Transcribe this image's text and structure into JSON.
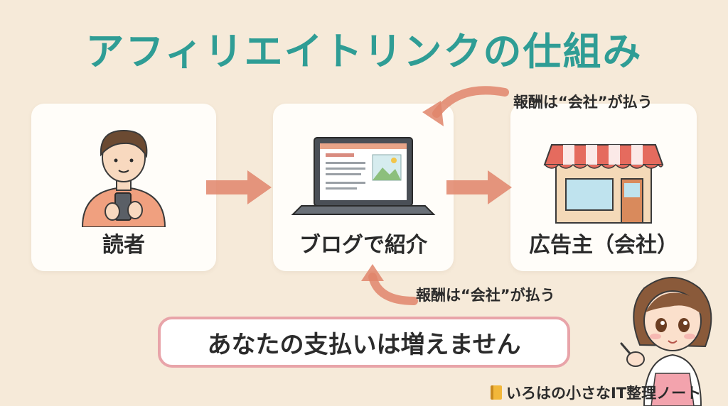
{
  "title": "アフィリエイトリンクの仕組み",
  "cards": {
    "reader": "読者",
    "blog": "ブログで紹介",
    "advertiser": "広告主（会社）"
  },
  "notes": {
    "top": "報酬は“会社”が払う",
    "bottom": "報酬は“会社”が払う"
  },
  "message": "あなたの支払いは増えません",
  "footer": "いろはの小さなIT整理ノート",
  "colors": {
    "title": "#2f9d95",
    "arrow": "#e0856b",
    "pill_border": "#e8a4a9",
    "background": "#f6ead9"
  }
}
